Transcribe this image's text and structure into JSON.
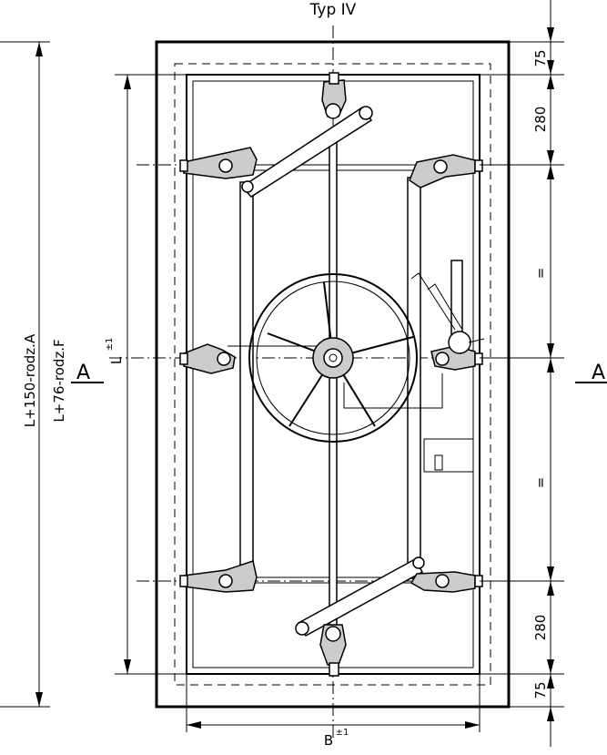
{
  "title": "Typ IV",
  "section_left": "A",
  "section_right": "A",
  "dim_outer_1": "L+150-rodz.A",
  "dim_outer_2": "L+76-rodz.F",
  "dim_height": "L",
  "dim_height_tol": "±1",
  "dim_width": "B",
  "dim_width_tol": "±1",
  "right_dims": {
    "top_margin": "75",
    "top_offset": "280",
    "upper_equal": "=",
    "lower_equal": "=",
    "bottom_offset": "280",
    "bottom_margin": "75"
  }
}
